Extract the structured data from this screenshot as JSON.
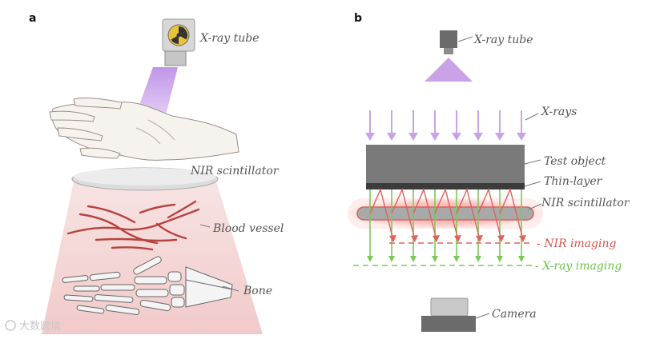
{
  "panel_a": {
    "label": "a",
    "xray_tube": "X-ray tube",
    "scintillator": "NIR scintillator",
    "blood_vessel": "Blood vessel",
    "bone": "Bone"
  },
  "panel_b": {
    "label": "b",
    "xray_tube": "X-ray tube",
    "xrays": "X-rays",
    "test_object": "Test object",
    "thin_layer": "Thin-layer",
    "scintillator": "NIR scintillator",
    "nir_imaging": "NIR imaging",
    "xray_imaging": "X-ray imaging",
    "camera": "Camera"
  },
  "watermark": "大数跨境",
  "colors": {
    "xray_beam": "#c9a3e6",
    "nir": "#e0605a",
    "xray_path": "#7cc956",
    "object": "#7a7a7a",
    "thin_layer": "#3b3b3b"
  }
}
